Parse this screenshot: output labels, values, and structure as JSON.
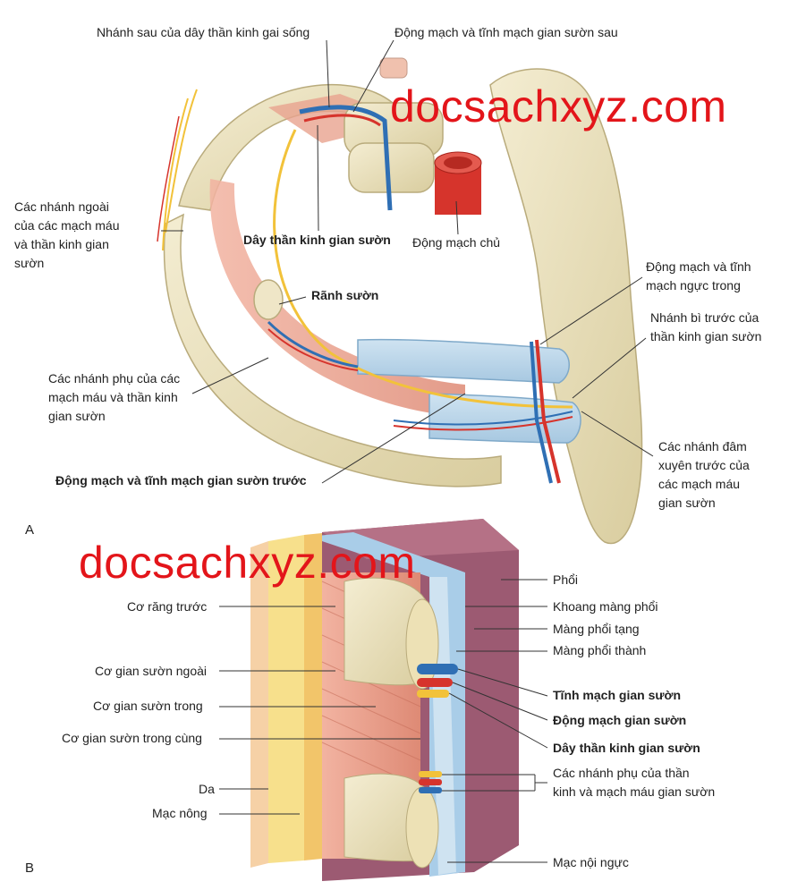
{
  "watermark": "docsachxyz.com",
  "panel_a": {
    "letter": "A",
    "labels": {
      "posterior_branch": "Nhánh sau của dây thần kinh gai sống",
      "posterior_vessels": "Động mạch và tĩnh mạch gian sườn sau",
      "lateral_branches": [
        "Các nhánh ngoài",
        "của các mạch máu",
        "và thần kinh gian",
        "sườn"
      ],
      "intercostal_nerve": "Dây thần kinh gian sườn",
      "aorta": "Động mạch chủ",
      "internal_thoracic": [
        "Động mạch và tĩnh",
        "mạch ngực trong"
      ],
      "costal_groove": "Rãnh sườn",
      "anterior_cutaneous": [
        "Nhánh bì trước của",
        "thần kinh gian sườn"
      ],
      "collateral_branches": [
        "Các nhánh phụ của các",
        "mạch máu và thần kinh",
        "gian sườn"
      ],
      "perforating_branches": [
        "Các nhánh đâm",
        "xuyên trước của",
        "các mạch máu",
        "gian sườn"
      ],
      "anterior_vessels": "Động mạch và tĩnh mạch gian sườn trước"
    }
  },
  "panel_b": {
    "letter": "B",
    "labels": {
      "serratus_anterior": "Cơ răng trước",
      "external_intercostal": "Cơ gian sườn ngoài",
      "internal_intercostal": "Cơ gian sườn trong",
      "innermost_intercostal": "Cơ gian sườn trong cùng",
      "skin": "Da",
      "superficial_fascia": "Mạc nông",
      "lung": "Phổi",
      "pleural_cavity": "Khoang màng phổi",
      "visceral_pleura": "Màng phổi tạng",
      "parietal_pleura": "Màng phổi thành",
      "intercostal_vein": "Tĩnh mạch gian sườn",
      "intercostal_artery": "Động mạch gian sườn",
      "intercostal_nerve": "Dây thần kinh gian sườn",
      "collateral": [
        "Các nhánh phụ của thần",
        "kinh và mạch máu gian sườn"
      ],
      "endothoracic_fascia": "Mạc nội ngực"
    }
  },
  "colors": {
    "bone": "#e8dfbd",
    "bone_edge": "#b9ab7c",
    "muscle": "#e79a86",
    "artery": "#d6342c",
    "vein": "#2f6fb4",
    "nerve": "#f2c23a",
    "lung": "#9c5a72",
    "pleura": "#a9cde8",
    "skin": "#f6d1a6",
    "fat": "#f7e08c",
    "watermark": "#e3151a"
  }
}
